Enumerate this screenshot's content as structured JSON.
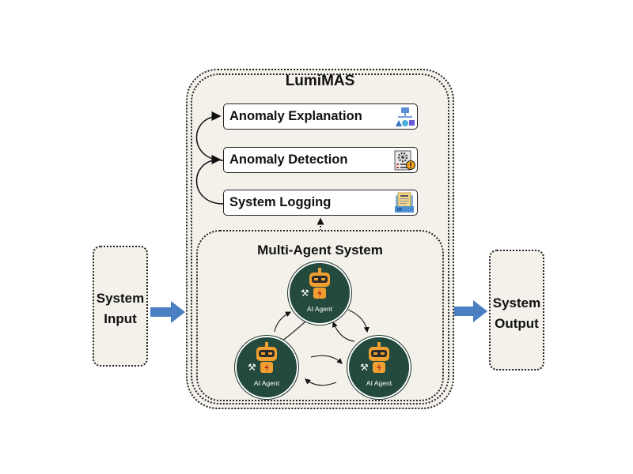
{
  "input": {
    "line1": "System",
    "line2": "Input"
  },
  "output": {
    "line1": "System",
    "line2": "Output"
  },
  "lumimas": {
    "title": "LumiMAS",
    "layers": [
      {
        "label": "Anomaly Explanation",
        "icon": "shapes-hierarchy-icon"
      },
      {
        "label": "Anomaly Detection",
        "icon": "gear-warning-icon"
      },
      {
        "label": "System  Logging",
        "icon": "log-document-icon"
      }
    ]
  },
  "mas": {
    "title": "Multi-Agent System",
    "agents": [
      {
        "label": "AI Agent"
      },
      {
        "label": "AI Agent"
      },
      {
        "label": "AI Agent"
      }
    ]
  },
  "colors": {
    "panel": "#f3f1ea",
    "arrow": "#4a7fc1",
    "agent_bg": "#24493d",
    "robot": "#f0a030"
  }
}
